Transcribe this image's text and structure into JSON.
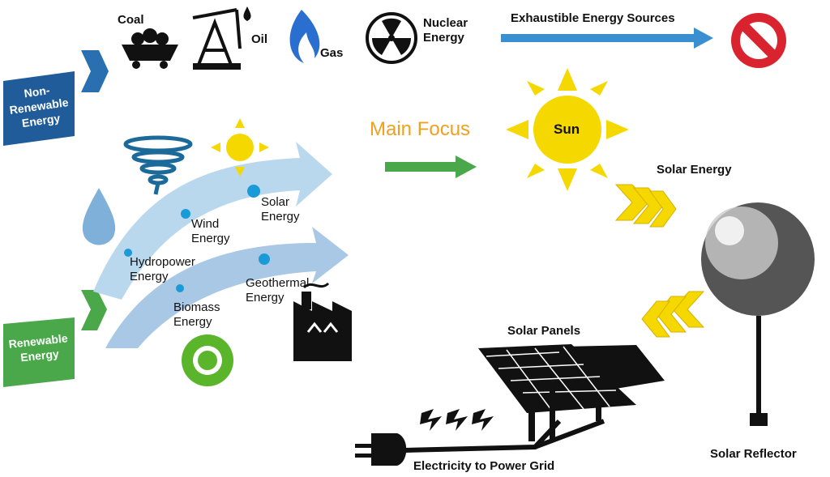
{
  "non_renewable": {
    "label": "Non-Renewable Energy",
    "sources": {
      "coal": "Coal",
      "oil": "Oil",
      "gas": "Gas",
      "nuclear": "Nuclear Energy"
    },
    "outcome": "Exhaustible Energy Sources"
  },
  "renewable": {
    "label": "Renewable Energy",
    "sources": {
      "solar": "Solar Energy",
      "wind": "Wind Energy",
      "hydro": "Hydropower Energy",
      "geothermal": "Geothermal Energy",
      "biomass": "Biomass Energy"
    }
  },
  "main_focus": "Main Focus",
  "sun": "Sun",
  "solar_energy": "Solar Energy",
  "solar_panels": "Solar Panels",
  "grid": "Electricity to Power Grid",
  "reflector": "Solar Reflector",
  "colors": {
    "blue": "#1f5c99",
    "green": "#3a9a3a",
    "yellow": "#f5d800",
    "orange": "#f0a020",
    "arrow_blue": "#3a8fd0",
    "red": "#d9232e"
  }
}
